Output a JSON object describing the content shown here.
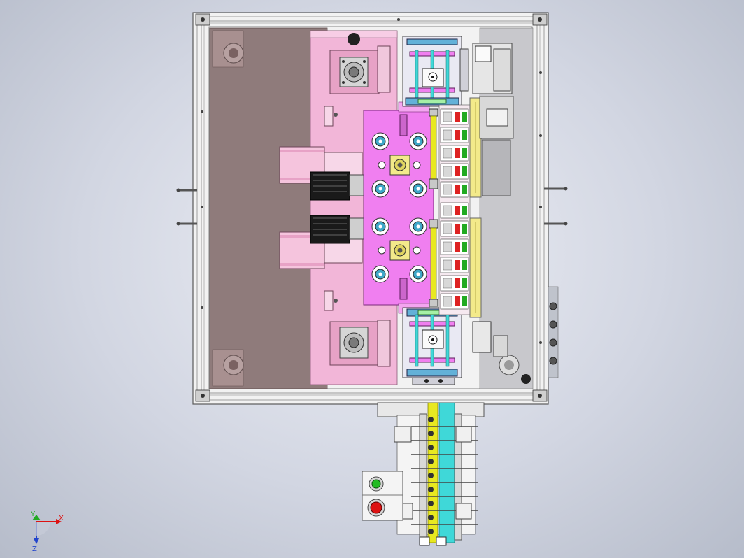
{
  "view": {
    "background_top": "#eef0f6",
    "background_bottom": "#b6bcca"
  },
  "colors": {
    "frame": "#f2f2f2",
    "frame_line": "#5a5a5a",
    "floor_plate": "#8f7b7b",
    "pink_plate": "#f2b6d8",
    "magenta_plate": "#f07ff0",
    "shaft": "#e8e820",
    "rail_cyan": "#3fd8d8",
    "green_button": "#22bb22",
    "red_button": "#dd1111",
    "motor_dark": "#1a1a1a",
    "bracket_yellow": "#f3ea8a"
  },
  "triad": {
    "x_label": "X",
    "y_label": "Y",
    "z_label": "Z"
  }
}
